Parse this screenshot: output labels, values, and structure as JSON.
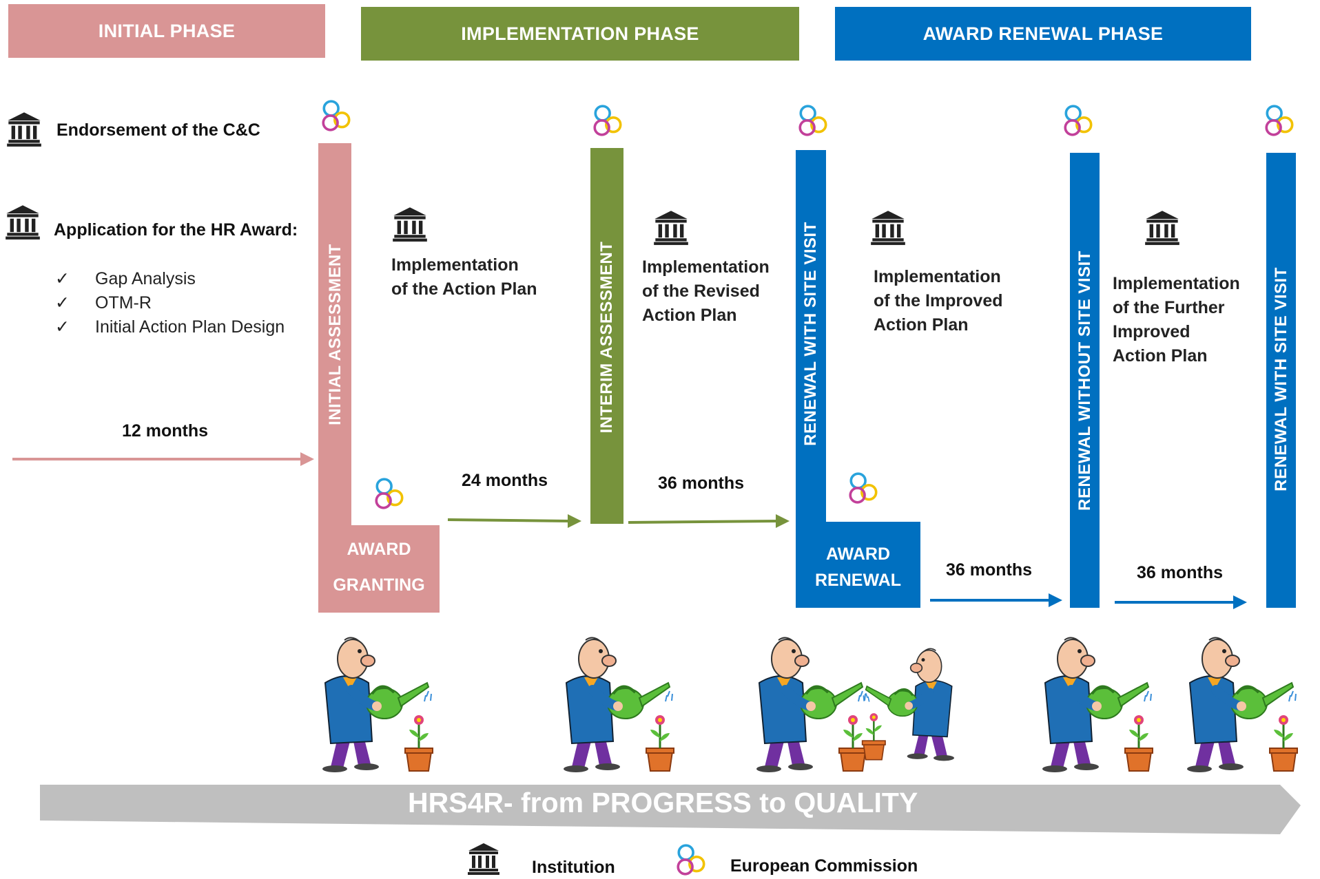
{
  "phases": {
    "initial": "INITIAL PHASE",
    "implementation": "IMPLEMENTATION PHASE",
    "renewal": "AWARD RENEWAL PHASE"
  },
  "left": {
    "endorsement": "Endorsement of the C&C",
    "application": "Application for the HR Award:",
    "checklist": [
      "Gap Analysis",
      "OTM-R",
      "Initial Action Plan Design"
    ],
    "check_mark": "✓"
  },
  "bars": {
    "initial_assessment": "INITIAL ASSESSMENT",
    "interim_assessment": "INTERIM ASSESSMENT",
    "renewal_site_visit_1": "RENEWAL WITH  SITE VISIT",
    "renewal_without_site_visit": "RENEWAL WITHOUT  SITE VISIT",
    "renewal_site_visit_2": "RENEWAL WITH  SITE VISIT"
  },
  "boxes": {
    "award_granting_1": "AWARD",
    "award_granting_2": "GRANTING",
    "award_renewal_1": "AWARD",
    "award_renewal_2": "RENEWAL"
  },
  "implementation": {
    "action_plan": [
      "Implementation",
      "of the Action Plan"
    ],
    "revised": [
      "Implementation",
      "of the Revised",
      "Action Plan"
    ],
    "improved": [
      "Implementation",
      "of the Improved",
      "Action Plan"
    ],
    "further": [
      "Implementation",
      "of the Further",
      "Improved",
      "Action Plan"
    ]
  },
  "durations": {
    "d12": "12 months",
    "d24": "24 months",
    "d36a": "36 months",
    "d36b": "36 months",
    "d36c": "36 months"
  },
  "banner": "HRS4R-  from PROGRESS  to QUALITY",
  "legend": {
    "institution": "Institution",
    "european_commission": "European Commission"
  },
  "icons": {
    "institution": "institution-building-icon",
    "commission": "european-commission-rings-icon",
    "gardener": "gardener-watering-flower-illustration"
  },
  "colors": {
    "initial": "#D99595",
    "implementation": "#77933C",
    "renewal": "#0070C0",
    "banner": "#BFBFBF",
    "text": "#111111"
  }
}
